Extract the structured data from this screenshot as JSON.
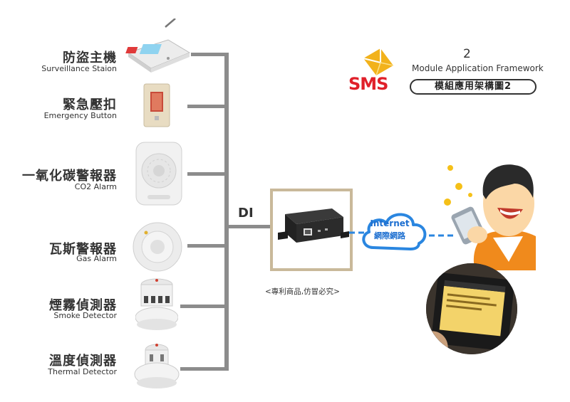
{
  "devices": [
    {
      "name_zh": "防盜主機",
      "name_en": "Surveillance Staion",
      "icon": "surveillance-host-icon"
    },
    {
      "name_zh": "緊急壓扣",
      "name_en": "Emergency Button",
      "icon": "emergency-button-icon"
    },
    {
      "name_zh": "一氧化碳警報器",
      "name_en": "CO2 Alarm",
      "icon": "co2-alarm-icon"
    },
    {
      "name_zh": "瓦斯警報器",
      "name_en": "Gas Alarm",
      "icon": "gas-alarm-icon"
    },
    {
      "name_zh": "煙霧偵測器",
      "name_en": "Smoke Detector",
      "icon": "smoke-detector-icon"
    },
    {
      "name_zh": "溫度偵測器",
      "name_en": "Thermal Detector",
      "icon": "thermal-detector-icon"
    }
  ],
  "bus_label": "DI",
  "module_note": "<專利商品,仿冒必究>",
  "cloud": {
    "line1": "Internet",
    "line2": "網際網路"
  },
  "logo": {
    "brand": "SMS",
    "number": "2",
    "subtitle": "Module Application Framework",
    "pill": "模組應用架構圖2"
  },
  "colors": {
    "bus": "#8c8c8c",
    "brand_red": "#e0202a",
    "envelope": "#f2b21c",
    "cloud_blue": "#2a86e0",
    "module_frame": "#c9b99a"
  }
}
